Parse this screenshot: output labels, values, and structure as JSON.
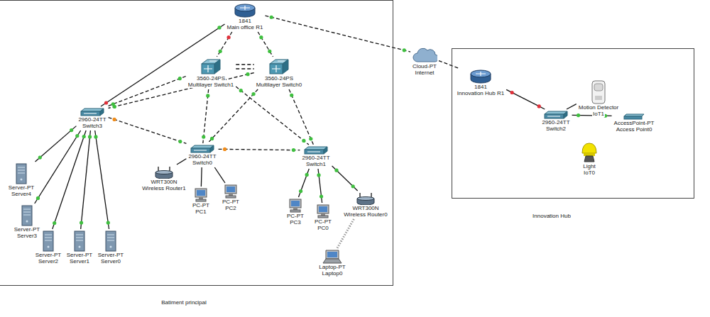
{
  "diagram": {
    "nodes": [
      {
        "text": [
          "Batiment principal"
        ]
      },
      {
        "text": [
          "1841",
          "Main office R1"
        ],
        "in": 0
      },
      {
        "text": [
          "3560-24PS",
          "Multilayer Switch1"
        ],
        "in": 0
      },
      {
        "text": [
          "3560-24PS",
          "Multilayer Switch0"
        ],
        "in": 0
      },
      {
        "text": [
          "2960-24TT",
          "Switch3"
        ],
        "in": 0
      },
      {
        "text": [
          "2960-24TT",
          "Switch0"
        ],
        "in": 0
      },
      {
        "text": [
          "2960-24TT",
          "Switch1"
        ],
        "in": 0
      },
      {
        "text": [
          "WRT300N",
          "Wireless Router1"
        ],
        "in": 0
      },
      {
        "text": [
          "PC-PT",
          "PC1"
        ],
        "in": 0
      },
      {
        "text": [
          "PC-PT",
          "PC2"
        ],
        "in": 0
      },
      {
        "text": [
          "PC-PT",
          "PC3"
        ],
        "in": 0
      },
      {
        "text": [
          "PC-PT",
          "PC0"
        ],
        "in": 0
      },
      {
        "text": [
          "WRT300N",
          "Wireless Router0"
        ],
        "in": 0
      },
      {
        "text": [
          "Laptop-PT",
          "Laptop0"
        ],
        "in": 0
      },
      {
        "text": [
          "Server-PT",
          "Server4"
        ],
        "in": 0
      },
      {
        "text": [
          "Server-PT",
          "Server3"
        ],
        "in": 0
      },
      {
        "text": [
          "Server-PT",
          "Server2"
        ],
        "in": 0
      },
      {
        "text": [
          "Server-PT",
          "Server1"
        ],
        "in": 0
      },
      {
        "text": [
          "Server-PT",
          "Server0"
        ],
        "in": 0
      },
      {
        "text": [
          "Cloud-PT",
          "Internet"
        ]
      },
      {
        "text": [
          "Innovation Hub"
        ]
      },
      {
        "text": [
          "1841",
          "Innovation Hub R1"
        ],
        "in": 20
      },
      {
        "text": [
          "2960-24TT",
          "Switch2"
        ],
        "in": 20
      },
      {
        "text": [
          "Motion Detector",
          "IoT1"
        ],
        "in": 20
      },
      {
        "text": [
          "AccessPoint-PT",
          "Access Point0"
        ],
        "in": 20
      },
      {
        "text": [
          "Light",
          "IoT0"
        ],
        "in": 20
      }
    ],
    "edges": [
      {
        "from": 1,
        "to": 2,
        "arrow": "none"
      },
      {
        "from": 1,
        "to": 3,
        "arrow": "none"
      },
      {
        "from": 1,
        "to": 4,
        "arrow": "none"
      },
      {
        "from": 1,
        "to": 19,
        "arrow": "none"
      },
      {
        "from": 2,
        "to": 3,
        "arrow": "none"
      },
      {
        "from": 2,
        "to": 3,
        "arrow": "none"
      },
      {
        "from": 2,
        "to": 4,
        "arrow": "none"
      },
      {
        "from": 3,
        "to": 4,
        "arrow": "none"
      },
      {
        "from": 2,
        "to": 5,
        "arrow": "none"
      },
      {
        "from": 2,
        "to": 6,
        "arrow": "none"
      },
      {
        "from": 3,
        "to": 5,
        "arrow": "none"
      },
      {
        "from": 3,
        "to": 6,
        "arrow": "none"
      },
      {
        "from": 4,
        "to": 5,
        "arrow": "none"
      },
      {
        "from": 5,
        "to": 6,
        "arrow": "none"
      },
      {
        "from": 4,
        "to": 14,
        "arrow": "none"
      },
      {
        "from": 4,
        "to": 15,
        "arrow": "none"
      },
      {
        "from": 4,
        "to": 16,
        "arrow": "none"
      },
      {
        "from": 4,
        "to": 17,
        "arrow": "none"
      },
      {
        "from": 4,
        "to": 18,
        "arrow": "none"
      },
      {
        "from": 5,
        "to": 7,
        "arrow": "none"
      },
      {
        "from": 5,
        "to": 8,
        "arrow": "none"
      },
      {
        "from": 5,
        "to": 9,
        "arrow": "none"
      },
      {
        "from": 6,
        "to": 10,
        "arrow": "none"
      },
      {
        "from": 6,
        "to": 11,
        "arrow": "none"
      },
      {
        "from": 6,
        "to": 12,
        "arrow": "none"
      },
      {
        "from": 12,
        "to": 13,
        "arrow": "none"
      },
      {
        "from": 19,
        "to": 21,
        "arrow": "none"
      },
      {
        "from": 21,
        "to": 22,
        "arrow": "none"
      },
      {
        "from": 22,
        "to": 23,
        "arrow": "none"
      },
      {
        "from": 22,
        "to": 24,
        "arrow": "none"
      }
    ]
  }
}
